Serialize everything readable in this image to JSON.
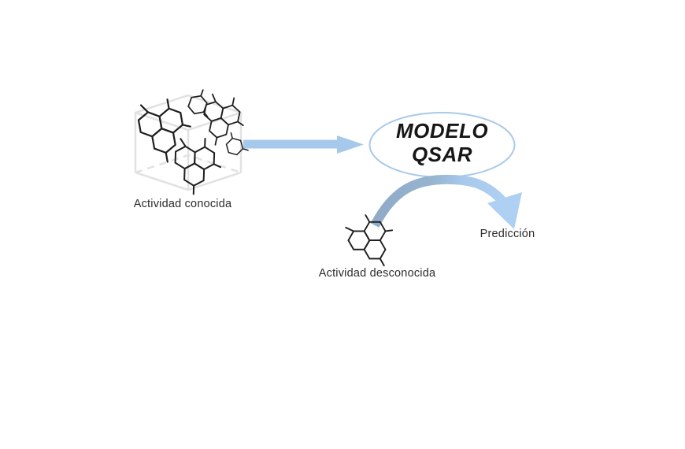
{
  "diagram": {
    "known_activity_label": "Actividad conocida",
    "model_label_line1": "MODELO",
    "model_label_line2": "QSAR",
    "unknown_activity_label": "Actividad desconocida",
    "prediction_label": "Predicción"
  },
  "icons": {
    "cube": "training-set-cube-icon",
    "known_molecules": "molecule-cluster-icon",
    "straight_arrow": "right-arrow-icon",
    "curved_arrow": "curved-prediction-arrow-icon",
    "unknown_molecule": "molecule-icon"
  },
  "colors": {
    "background": "#ffffff",
    "arrow_light_blue": "#a6c9eb",
    "arrow_gray_blue": "#8fabc6",
    "arrowhead_blue": "#aed0f2",
    "ellipse_border": "#a9c9e9",
    "ellipse_fill": "#ffffff",
    "cube_gray": "#e2e2e2",
    "molecule_black": "#1f1f1f",
    "text": "#2b2b2b"
  }
}
